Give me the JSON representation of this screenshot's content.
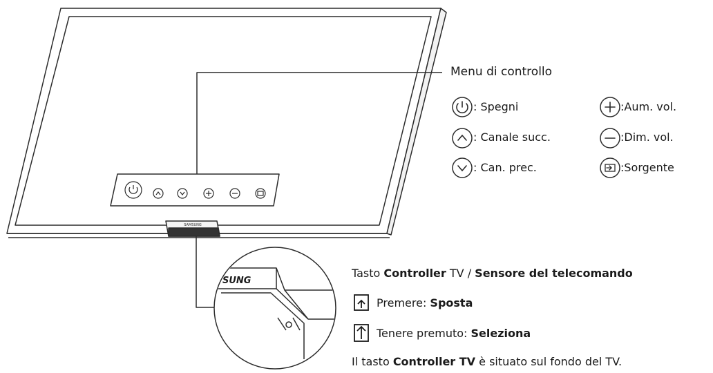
{
  "brand": "SAMSUNG",
  "zoom_brand": "SUNG",
  "control_menu": {
    "title": "Menu di controllo",
    "items": [
      {
        "icon": "power-icon",
        "label": ": Spegni"
      },
      {
        "icon": "chevron-up-icon",
        "label": ": Canale succ."
      },
      {
        "icon": "chevron-down-icon",
        "label": ": Can. prec."
      },
      {
        "icon": "plus-icon",
        "label": ":Aum. vol."
      },
      {
        "icon": "minus-icon",
        "label": ":Dim. vol."
      },
      {
        "icon": "source-icon",
        "label": ":Sorgente"
      }
    ]
  },
  "controller": {
    "title_prefix": "Tasto ",
    "title_bold": "Controller",
    "title_mid": " TV / ",
    "title_bold2": "Sensore del telecomando",
    "press_prefix": "Premere: ",
    "press_action": "Sposta",
    "hold_prefix": "Tenere premuto: ",
    "hold_action": "Seleziona",
    "note_prefix": "Il tasto ",
    "note_bold": "Controller TV",
    "note_suffix": " è situato sul fondo del TV."
  },
  "colors": {
    "line": "#2b2b2b",
    "panel_fill": "#ffffff",
    "dark": "#333333"
  }
}
